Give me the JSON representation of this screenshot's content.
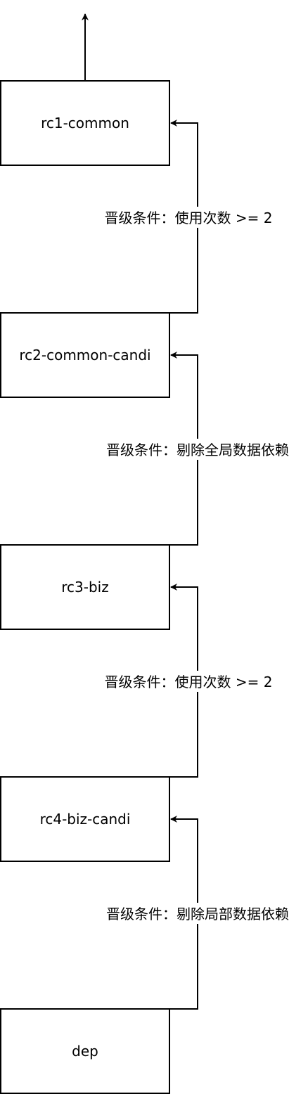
{
  "nodes": [
    {
      "id": "rc1",
      "label": "rc1-common"
    },
    {
      "id": "rc2",
      "label": "rc2-common-candi"
    },
    {
      "id": "rc3",
      "label": "rc3-biz"
    },
    {
      "id": "rc4",
      "label": "rc4-biz-candi"
    },
    {
      "id": "dep",
      "label": "dep"
    }
  ],
  "edges": [
    {
      "from": "rc2",
      "to": "rc1",
      "label": "晋级条件：使用次数 >= 2"
    },
    {
      "from": "rc3",
      "to": "rc2",
      "label": "晋级条件：剔除全局数据依赖"
    },
    {
      "from": "rc4",
      "to": "rc3",
      "label": "晋级条件：使用次数 >= 2"
    },
    {
      "from": "dep",
      "to": "rc4",
      "label": "晋级条件：剔除局部数据依赖"
    }
  ],
  "colors": {
    "stroke": "#000000",
    "fill": "#ffffff"
  }
}
